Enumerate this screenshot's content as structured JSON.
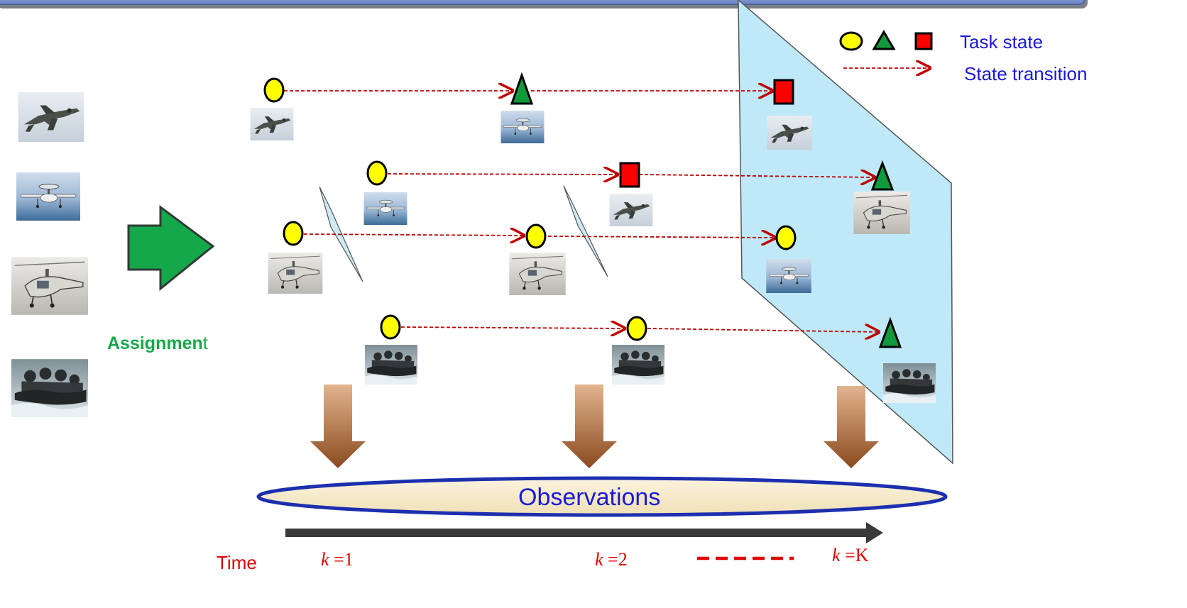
{
  "legend": {
    "task_state": "Task  state",
    "state_transition": "State transition"
  },
  "assignment": {
    "main": "Assignmen",
    "last": "t"
  },
  "observations": "Observations",
  "time_label": "Time",
  "time_steps": [
    {
      "var": "k",
      "op": " =",
      "val": "1"
    },
    {
      "var": "k",
      "op": " =",
      "val": "2"
    },
    {
      "var": "k",
      "op": " =",
      "val": "K"
    }
  ],
  "colors": {
    "yellow_state": "#ffff00",
    "green_state": "#119a3c",
    "red_state": "#ff0000",
    "transition": "#c00000",
    "assignment_arrow": "#15a84a",
    "plane": "#bfe9f8",
    "text_blue": "#1a1ad6",
    "text_red": "#e00000"
  },
  "icons": [
    "circle-state-icon",
    "triangle-state-icon",
    "square-state-icon",
    "harrier-jet-icon",
    "hawkeye-aircraft-icon",
    "seahawk-helicopter-icon",
    "inflatable-boat-icon"
  ]
}
